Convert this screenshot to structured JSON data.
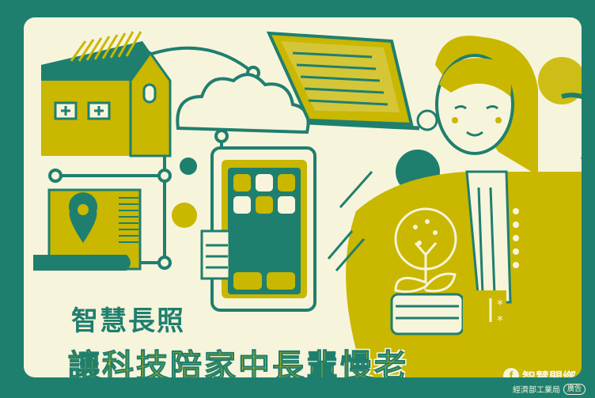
{
  "poster": {
    "title_line1": "智慧長照",
    "title_line2": "讓科技陪家中長輩慢老",
    "badge": {
      "icon": "facebook-icon",
      "icon_glyph": "f",
      "label": "智慧開鄉"
    },
    "footer": {
      "org": "經濟部工業局",
      "ad_label": "廣告"
    }
  },
  "colors": {
    "frame": "#1f7f6e",
    "panel": "#f7f4dc",
    "accent": "#c9b700",
    "text_green": "#1f7f6e"
  }
}
